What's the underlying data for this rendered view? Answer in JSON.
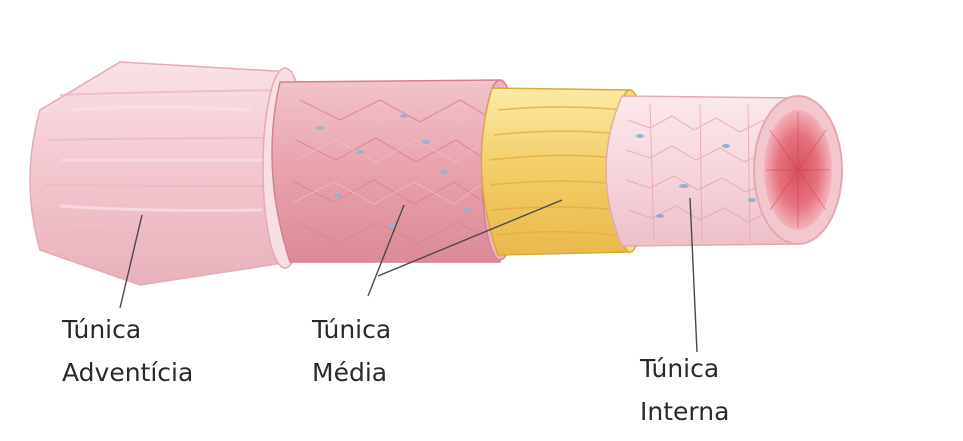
{
  "labels": {
    "adventicia": {
      "line1": "Túnica",
      "line2": "Adventícia"
    },
    "media": {
      "line1": "Túnica",
      "line2": "Média"
    },
    "interna": {
      "line1": "Túnica",
      "line2": "Interna"
    }
  },
  "colors": {
    "adventicia": "#f1c3cb",
    "media": "#e69ea8",
    "elastic_layer": "#f2cf6a",
    "interna": "#f6d7dd",
    "lumen": "#e7727f",
    "nuclei": "#7ea9cf",
    "leader_line": "#4a4a4a"
  }
}
